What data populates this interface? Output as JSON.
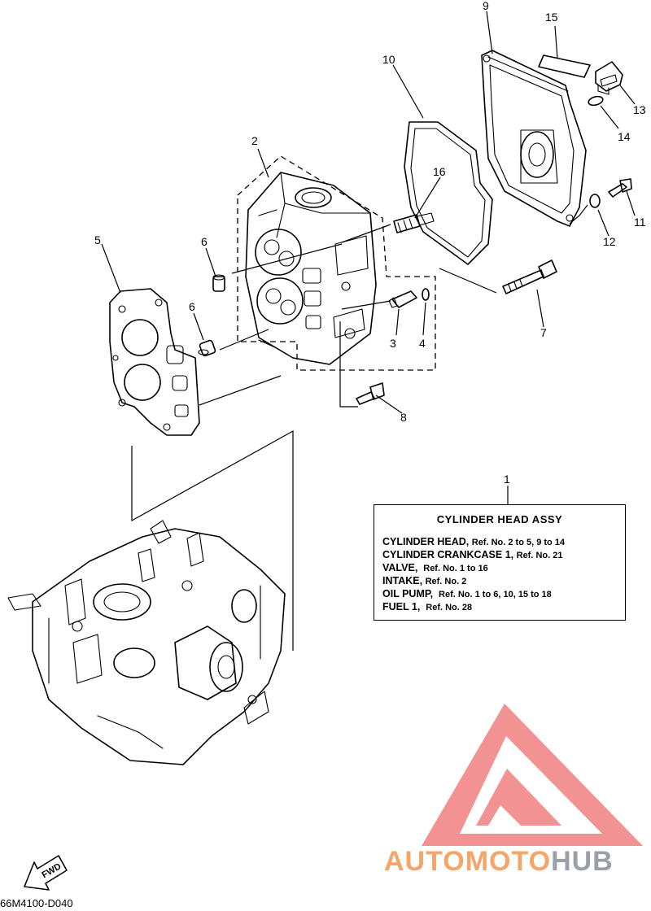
{
  "callouts": {
    "c1": "1",
    "c2": "2",
    "c3": "3",
    "c4": "4",
    "c5": "5",
    "c6a": "6",
    "c6b": "6",
    "c7": "7",
    "c8": "8",
    "c9": "9",
    "c10": "10",
    "c11": "11",
    "c12": "12",
    "c13": "13",
    "c14": "14",
    "c15": "15",
    "c16": "16"
  },
  "info_box": {
    "title": "CYLINDER HEAD ASSY",
    "lines": [
      {
        "name": "CYLINDER HEAD,",
        "ref": "Ref. No. 2 to 5, 9 to 14"
      },
      {
        "name": "CYLINDER CRANKCASE 1,",
        "ref": "Ref. No. 21"
      },
      {
        "name": "VALVE,",
        "ref": "Ref. No. 1 to 16"
      },
      {
        "name": "INTAKE,",
        "ref": "Ref. No. 2"
      },
      {
        "name": "OIL PUMP,",
        "ref": "Ref. No. 1 to 6, 10, 15 to 18"
      },
      {
        "name": "FUEL 1,",
        "ref": "Ref. No. 28"
      }
    ]
  },
  "fwd_label": "FWD",
  "drawing_code": "66M4100-D040",
  "watermark": {
    "part1": "AUTOMOTO",
    "part2": "HUB",
    "colors": {
      "accent": "#f4a56a",
      "logo": "#f08080",
      "gray": "#9aa0a8"
    }
  }
}
